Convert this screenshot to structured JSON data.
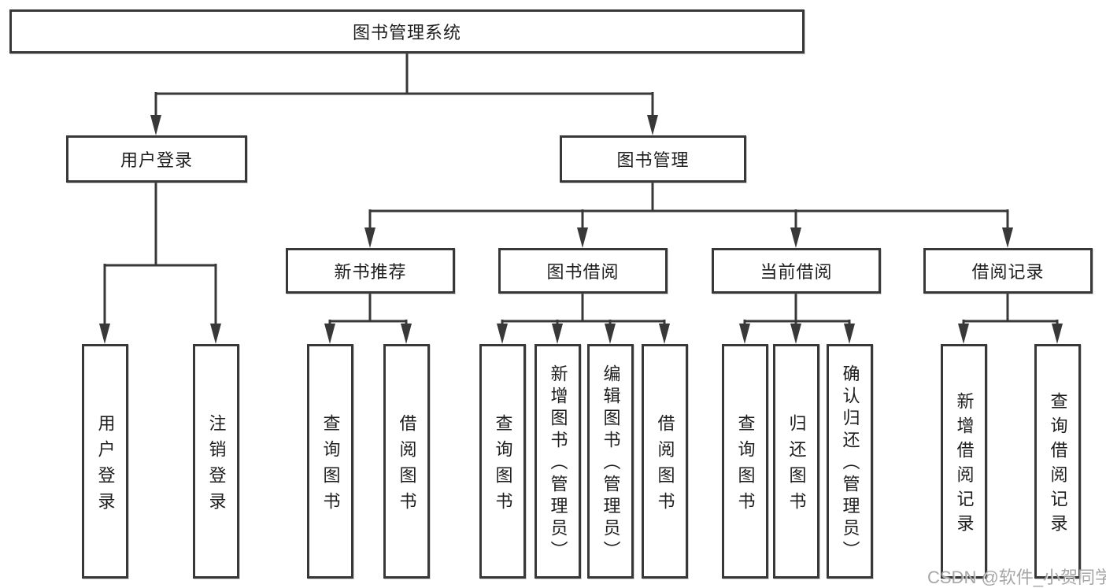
{
  "colors": {
    "line": "#383838",
    "box_border": "#383838",
    "text": "#1e1e1e",
    "watermark": "#9e9e9e",
    "background": "#ffffff"
  },
  "root": {
    "label": "图书管理系统"
  },
  "level2": [
    {
      "label": "用户登录"
    },
    {
      "label": "图书管理"
    }
  ],
  "level3": [
    {
      "label": "新书推荐"
    },
    {
      "label": "图书借阅"
    },
    {
      "label": "当前借阅"
    },
    {
      "label": "借阅记录"
    }
  ],
  "leaves": {
    "login": [
      {
        "label": "用户登录"
      },
      {
        "label": "注销登录"
      }
    ],
    "recommend": [
      {
        "label": "查询图书"
      },
      {
        "label": "借阅图书"
      }
    ],
    "borrow": [
      {
        "label": "查询图书"
      },
      {
        "label": "新增图书（管理员）"
      },
      {
        "label": "编辑图书（管理员）"
      },
      {
        "label": "借阅图书"
      }
    ],
    "current": [
      {
        "label": "查询图书"
      },
      {
        "label": "归还图书"
      },
      {
        "label": "确认归还（管理员）"
      }
    ],
    "records": [
      {
        "label": "新增借阅记录"
      },
      {
        "label": "查询借阅记录"
      }
    ]
  },
  "watermark": {
    "text": "CSDN @软件_小贺同学"
  }
}
